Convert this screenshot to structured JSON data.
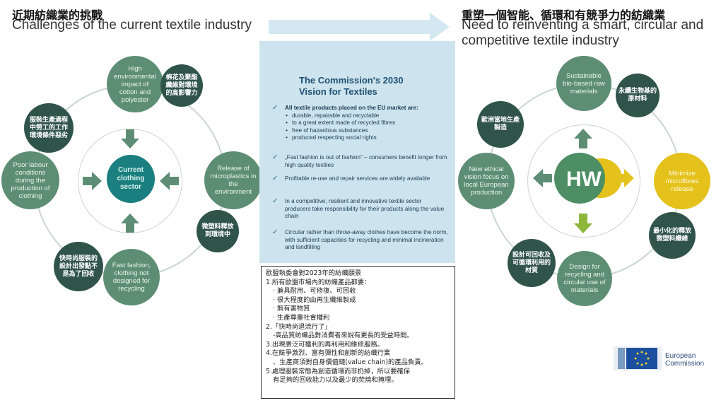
{
  "left": {
    "title_zh": "近期紡織業的挑戰",
    "title_en": "Challenges of the current textile industry",
    "center": "Current clothing sector",
    "nodes": {
      "top": "High environmental impact of cotton and polyester",
      "right": "Release of microplastics in the environment",
      "bottom": "Fast fashion, clothing not designed for recycling",
      "left": "Poor labour conditions during the production of clothing"
    },
    "notes": {
      "top": "棉花及聚酯纖維對環境的高影響力",
      "right": "微塑料釋放到環境中",
      "bottom": "快時尚服裝的設計出發點不是為了回收",
      "left": "服裝生產過程中勞工的工作環境條件惡劣"
    }
  },
  "right": {
    "title_zh": "重塑一個智能、循環和有競爭力的紡織業",
    "title_en": "Need to reinventing a smart, circular and competitive textile industry",
    "nodes": {
      "top": "Sustainable bio-based raw materials",
      "right": "Minimize microfibres release",
      "bottom": "Design for recycling and circular use of materials",
      "left": "New ethical vision focus on local European production"
    },
    "notes": {
      "top": "永續生物基的原材料",
      "right": "最小化的釋放微塑料纖維",
      "bottom": "設計可回收及可循環利用的材質",
      "left": "歐洲當地生產製造"
    }
  },
  "panel": {
    "title": "The Commission's 2030 Vision for Textiles",
    "item1_intro": "All textile products placed on the EU market are:",
    "item1_bullets": [
      "durable, repairable and recyclable",
      "to a great extent made of recycled fibres",
      "free of hazardous substances",
      "produced respecting social rights"
    ],
    "item2": "„Fast fashion is out of fashion\" – consumers benefit longer from high quality textiles",
    "item3": "Profitable re-use and repair services are widely available",
    "item4": "In a competitive, resilient and innovative textile sector producers take responsibility for their products along the value chain",
    "item5": "Circular rather than throw-away clothes have become the norm, with sufficient capacities for recycling and minimal incineration and landfilling"
  },
  "box_lines": [
    "歐盟執委會對2023年的紡織願景",
    "1.所有歐盟市場內的紡織產品都要：",
    "· 兼具耐用、可修復、可回收",
    "· 很大程度的由再生纖維製成",
    "· 無有害物質",
    "· 生產尊重社會權利",
    "2.「快時尚退流行了」",
    "-高品質紡織品對消費者來說有更長的受益時間。",
    "3.出現廣泛可獲利的再利用和維修服務。",
    "4.在競爭激烈、富有彈性和創新的紡織行業",
    "、生產商須對自身價值鏈(value chain)的產品負責。",
    "5.處理服裝常態為創造循環而非扔掉，所以要確保",
    "有足夠的回收能力以及最少的焚燒和掩埋。"
  ],
  "logo": {
    "name": "European Commission",
    "line1": "European",
    "line2": "Commission"
  },
  "colors": {
    "light_node": "#5d8e74",
    "dark_note": "#30544a",
    "center": "#1a7f7e",
    "panel": "#cde4ef",
    "arrow": "#5d8e74",
    "banner_arrow": "#d3e8f1",
    "yellow": "#e5c21b",
    "right_down_arrow": "#8db63c"
  }
}
